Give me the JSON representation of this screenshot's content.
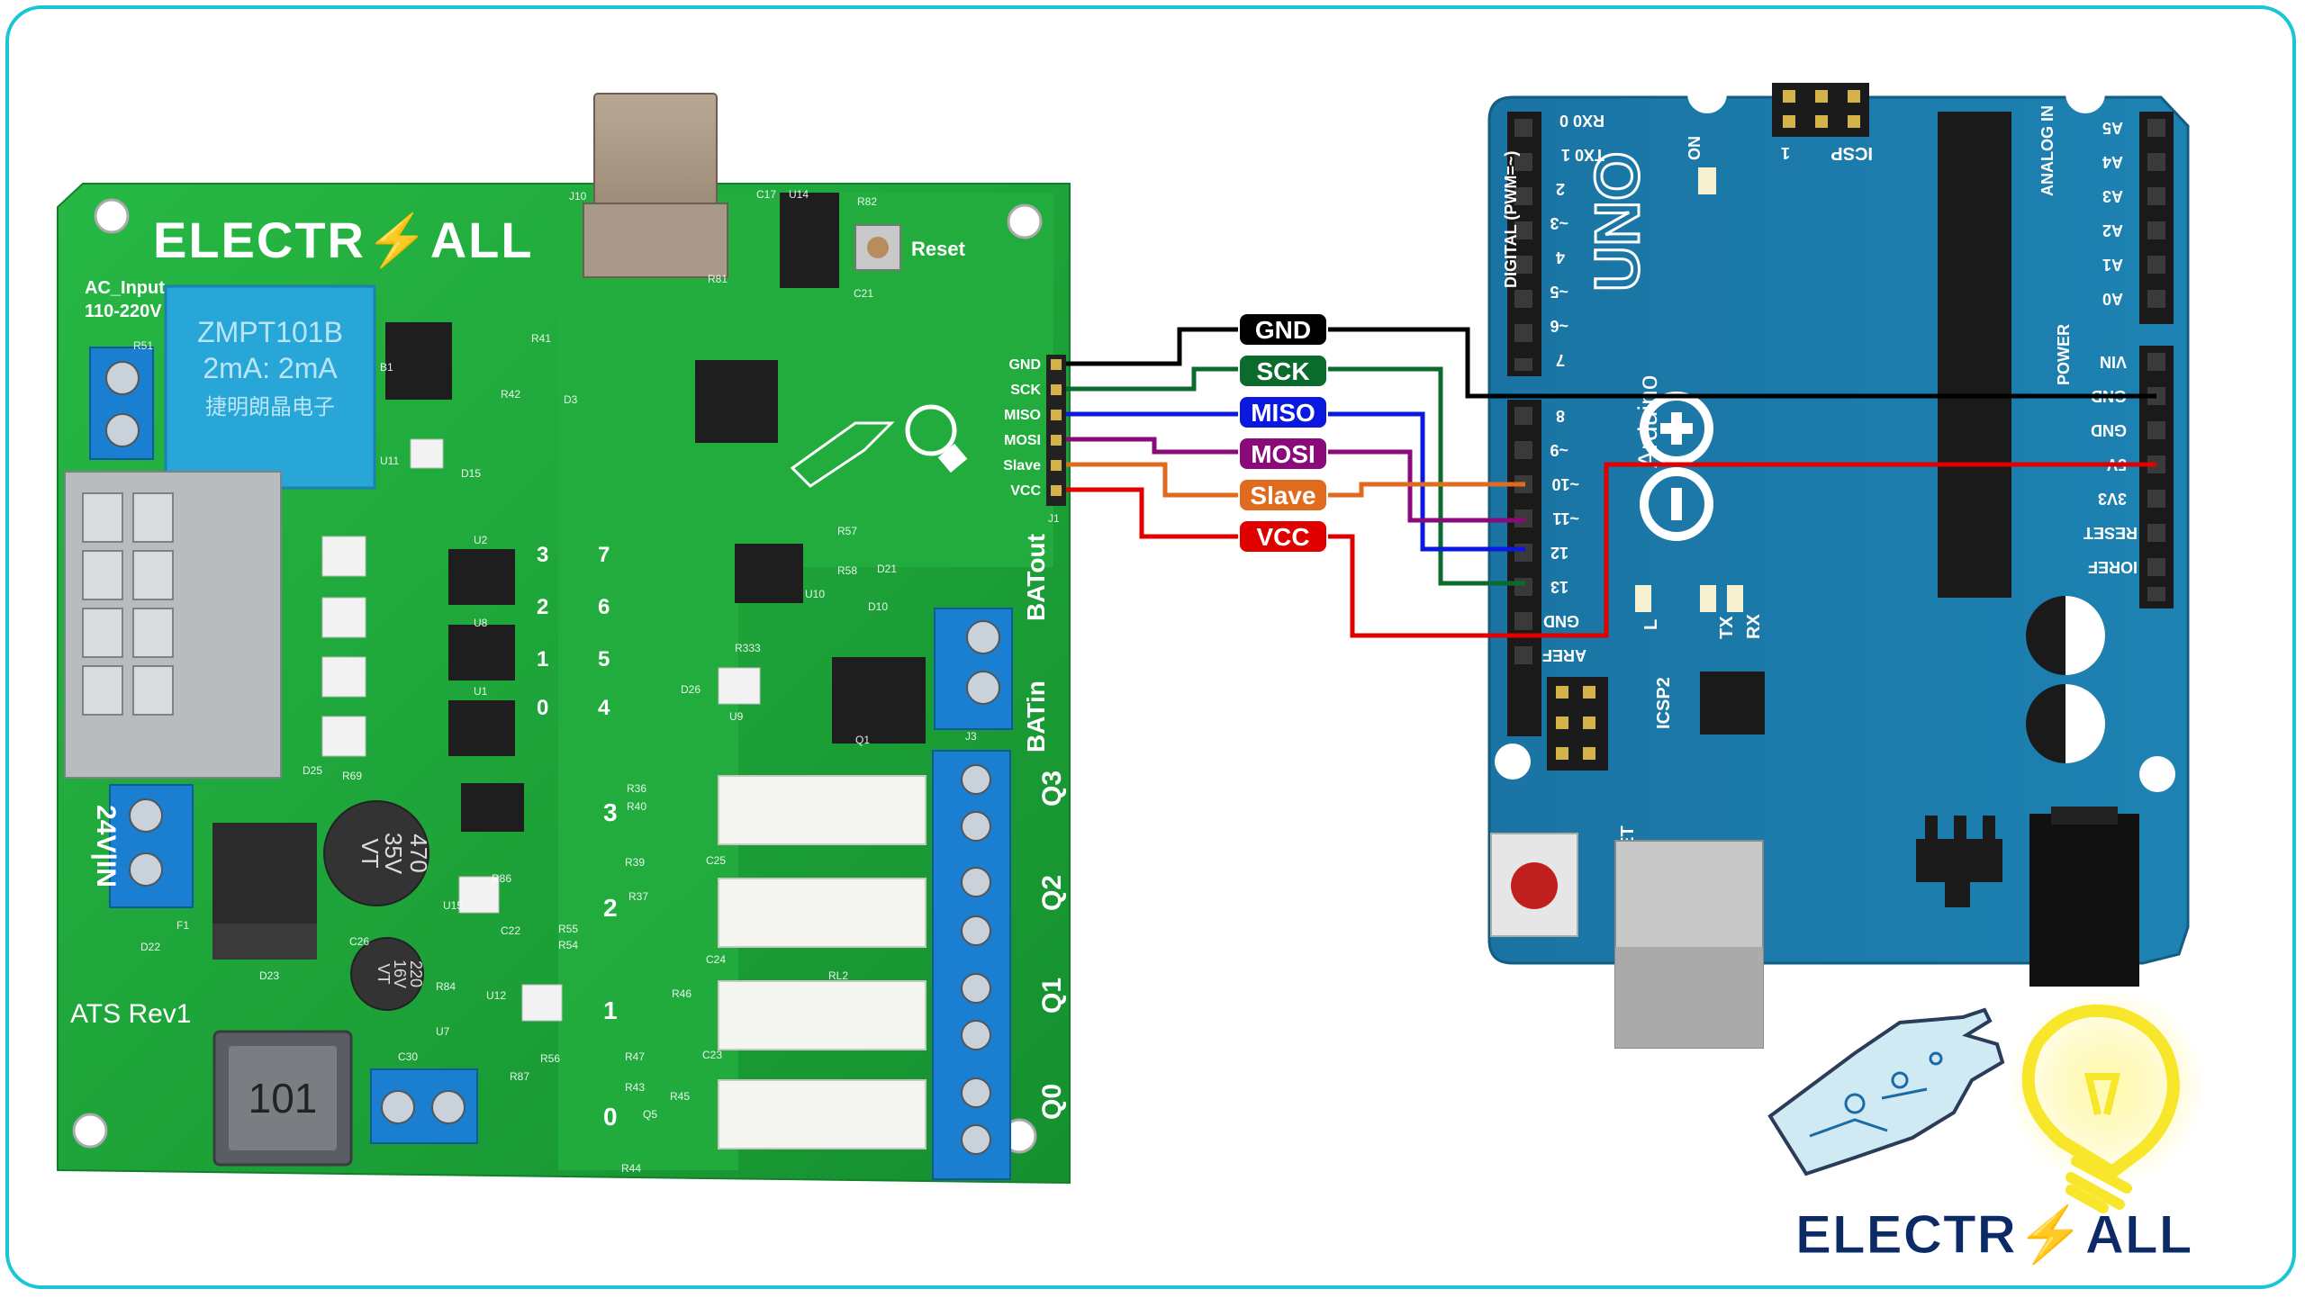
{
  "pcb": {
    "brand": "ELECTR⚡ALL",
    "revision": "ATS Rev1",
    "ac_input_line1": "AC_Input",
    "ac_input_line2": "110-220V",
    "transformer_line1": "ZMPT101B",
    "transformer_line2": "2mA: 2mA",
    "transformer_line3": "捷明朗晶电子",
    "reset_label": "Reset",
    "dc_in_label": "24V|IN",
    "batin_label": "BATin",
    "batout_label": "BATout",
    "cap_big": [
      "470",
      "35V",
      "VT"
    ],
    "cap_small": [
      "220",
      "16V",
      "VT"
    ],
    "inductor_label": "101",
    "connector_pins": [
      "GND",
      "SCK",
      "MISO",
      "MOSI",
      "Slave",
      "VCC"
    ],
    "outputs": [
      "Q3",
      "Q2",
      "Q1",
      "Q0"
    ],
    "relay_numbers": [
      "3",
      "2",
      "1",
      "0"
    ],
    "opto_numbers": [
      "3",
      "7",
      "2",
      "6",
      "1",
      "5",
      "0",
      "4"
    ],
    "refdes": [
      "J10",
      "C17",
      "U14",
      "R82",
      "R81",
      "C21",
      "R51",
      "B1",
      "R42",
      "R41",
      "D3",
      "U11",
      "D15",
      "U2",
      "U8",
      "U1",
      "U10",
      "R57",
      "R58",
      "D21",
      "D10",
      "R333",
      "D26",
      "U9",
      "Q1",
      "J3",
      "D25",
      "R69",
      "R36",
      "R40",
      "R39",
      "C25",
      "R37",
      "C24",
      "R46",
      "R47",
      "C23",
      "R43",
      "R45",
      "R44",
      "Q5",
      "R86",
      "C22",
      "R55",
      "R54",
      "U15",
      "C26",
      "F1",
      "D22",
      "D23",
      "R84",
      "U7",
      "U12",
      "C30",
      "R87",
      "R56",
      "RL2",
      "J1"
    ]
  },
  "wires": [
    {
      "label": "GND",
      "color": "#000000"
    },
    {
      "label": "SCK",
      "color": "#0a6b2c"
    },
    {
      "label": "MISO",
      "color": "#0a18e0"
    },
    {
      "label": "MOSI",
      "color": "#8a0a7a"
    },
    {
      "label": "Slave",
      "color": "#e06b1e"
    },
    {
      "label": "VCC",
      "color": "#e00000"
    }
  ],
  "arduino": {
    "model": "UNO",
    "brand": "Arduino",
    "on_label": "ON",
    "icsp_label": "ICSP",
    "icsp_pin1": "1",
    "icsp2_label": "ICSP2",
    "digital_label": "DIGITAL (PWM=~)",
    "analog_label": "ANALOG IN",
    "power_label": "POWER",
    "reset_label": "RESET",
    "l_label": "L",
    "tx_label": "TX",
    "rx_label": "RX",
    "digital_pins_top": [
      "RX0 0",
      "TX0 1",
      "2",
      "~3",
      "4",
      "~5",
      "~6",
      "7"
    ],
    "digital_pins_bottom": [
      "8",
      "~9",
      "~10",
      "~11",
      "12",
      "13",
      "GND",
      "AREF"
    ],
    "analog_pins": [
      "A5",
      "A4",
      "A3",
      "A2",
      "A1",
      "A0"
    ],
    "power_pins": [
      "VIN",
      "GND",
      "GND",
      "5V",
      "3V3",
      "RESET",
      "IOREF"
    ]
  },
  "logo": {
    "brand": "ELECTR⚡ALL"
  },
  "colors": {
    "frame": "#19c6d6",
    "pcb_green": "#1fa33a",
    "arduino_blue": "#1b78a6",
    "terminal_blue": "#1a7fd1",
    "logo_text": "#0b2a66",
    "bulb_yellow": "#f7e62a"
  }
}
